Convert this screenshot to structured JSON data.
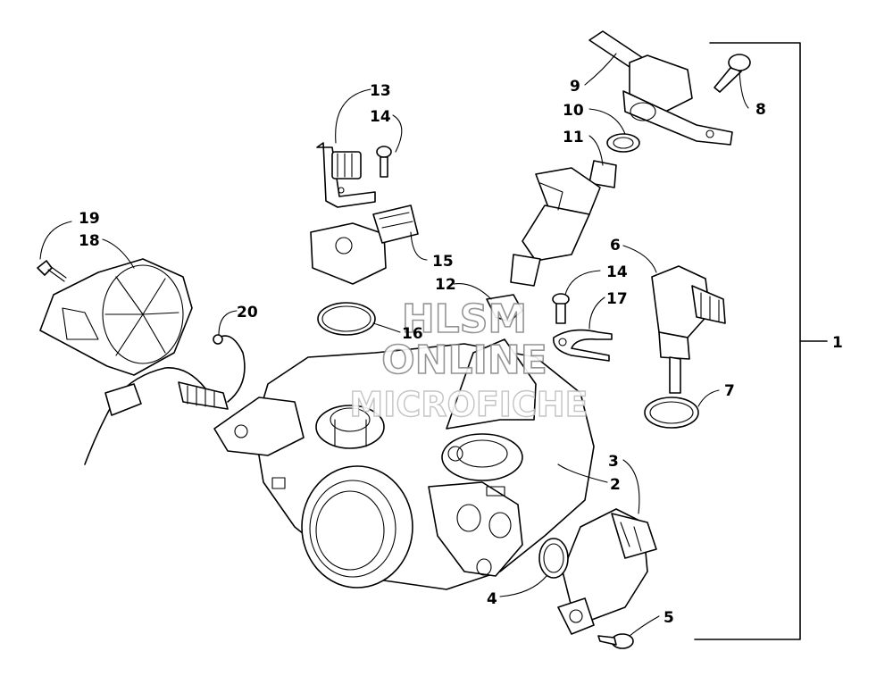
{
  "callouts": [
    {
      "id": "c1",
      "text": "1"
    },
    {
      "id": "c2",
      "text": "2"
    },
    {
      "id": "c3",
      "text": "3"
    },
    {
      "id": "c4",
      "text": "4"
    },
    {
      "id": "c5",
      "text": "5"
    },
    {
      "id": "c6",
      "text": "6"
    },
    {
      "id": "c7",
      "text": "7"
    },
    {
      "id": "c8",
      "text": "8"
    },
    {
      "id": "c9",
      "text": "9"
    },
    {
      "id": "c10",
      "text": "10"
    },
    {
      "id": "c11",
      "text": "11"
    },
    {
      "id": "c12",
      "text": "12"
    },
    {
      "id": "c13",
      "text": "13"
    },
    {
      "id": "c14a",
      "text": "14"
    },
    {
      "id": "c14b",
      "text": "14"
    },
    {
      "id": "c15",
      "text": "15"
    },
    {
      "id": "c16",
      "text": "16"
    },
    {
      "id": "c17",
      "text": "17"
    },
    {
      "id": "c18",
      "text": "18"
    },
    {
      "id": "c19",
      "text": "19"
    },
    {
      "id": "c20",
      "text": "20"
    }
  ],
  "watermark": {
    "line1": "HLSM",
    "line2": "ONLINE",
    "line3": "MICROFICHE"
  }
}
